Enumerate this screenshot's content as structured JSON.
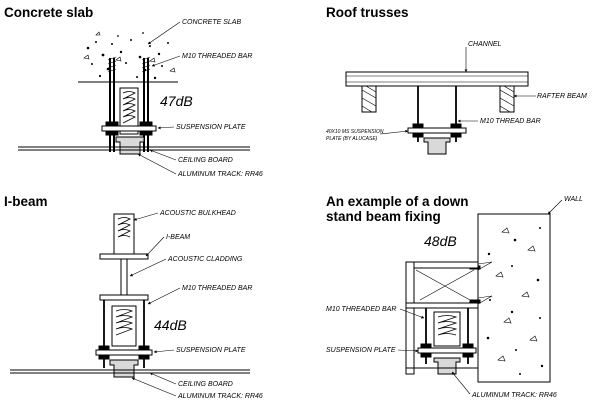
{
  "panels": {
    "concrete_slab": {
      "title": "Concrete slab",
      "db": "47dB",
      "labels": {
        "concrete_slab": "CONCRETE SLAB",
        "threaded_bar": "M10 THREADED BAR",
        "suspension_plate": "SUSPENSION PLATE",
        "ceiling_board": "CEILING BOARD",
        "aluminum_track": "ALUMINUM TRACK: RR46"
      }
    },
    "roof_trusses": {
      "title": "Roof trusses",
      "labels": {
        "channel": "CHANNEL",
        "rafter_beam": "RAFTER BEAM",
        "thread_bar": "M10 THREAD BAR",
        "ms_plate_line1": "40X10 MS SUSPENSION",
        "ms_plate_line2": "PLATE (BY ALUCASE)"
      }
    },
    "i_beam": {
      "title": "I-beam",
      "db": "44dB",
      "labels": {
        "acoustic_bulkhead": "ACOUSTIC BULKHEAD",
        "i_beam": "I-BEAM",
        "acoustic_cladding": "ACOUSTIC CLADDING",
        "threaded_bar": "M10 THREADED BAR",
        "suspension_plate": "SUSPENSION PLATE",
        "ceiling_board": "CEILING BOARD",
        "aluminum_track": "ALUMINUM TRACK: RR46"
      }
    },
    "down_stand": {
      "title_line1": "An example of a down",
      "title_line2": "stand beam fixing",
      "db": "48dB",
      "labels": {
        "wall": "WALL",
        "threaded_bar": "M10 THREADED BAR",
        "suspension_plate": "SUSPENSION PLATE",
        "aluminum_track": "ALUMINUM TRACK: RR46"
      }
    }
  }
}
